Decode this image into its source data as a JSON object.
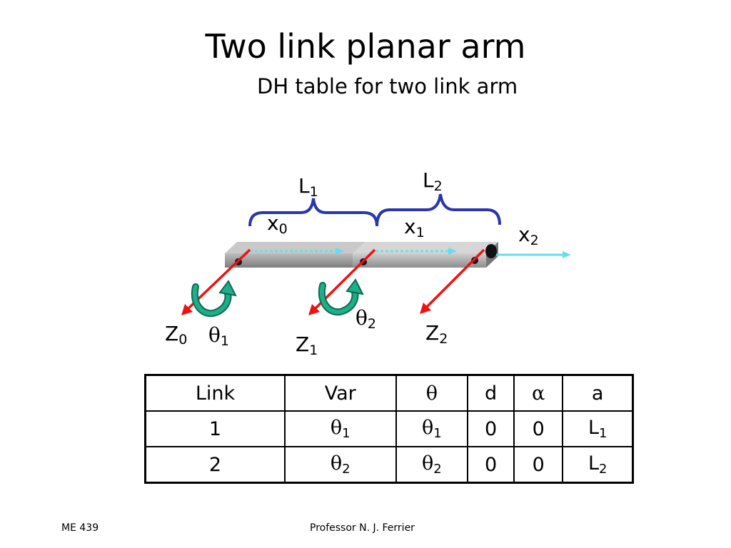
{
  "slide": {
    "title": "Two link planar arm",
    "subtitle": "DH table for two link arm"
  },
  "diagram": {
    "link1_label": {
      "base": "L",
      "sub": "1"
    },
    "link2_label": {
      "base": "L",
      "sub": "2"
    },
    "x0_label": {
      "base": "x",
      "sub": "0"
    },
    "x1_label": {
      "base": "x",
      "sub": "1"
    },
    "x2_label": {
      "base": "x",
      "sub": "2"
    },
    "z0_label": {
      "base": "Z",
      "sub": "0"
    },
    "z1_label": {
      "base": "Z",
      "sub": "1"
    },
    "z2_label": {
      "base": "Z",
      "sub": "2"
    },
    "theta1_label": {
      "base": "θ",
      "sub": "1"
    },
    "theta2_label": {
      "base": "θ",
      "sub": "2"
    },
    "colors": {
      "brace": "#2a35b0",
      "x_axis": "#66ddee",
      "z_axis": "#ee1111",
      "rotation_arrow": "#1fae8a",
      "link_body": "#9a9a9a"
    }
  },
  "dh_table": {
    "headers": [
      "Link",
      "Var",
      "θ",
      "d",
      "α",
      "a"
    ],
    "rows": [
      {
        "link": "1",
        "var": {
          "base": "θ",
          "sub": "1"
        },
        "theta": {
          "base": "θ",
          "sub": "1"
        },
        "d": "0",
        "alpha": "0",
        "a": {
          "base": "L",
          "sub": "1"
        }
      },
      {
        "link": "2",
        "var": {
          "base": "θ",
          "sub": "2"
        },
        "theta": {
          "base": "θ",
          "sub": "2"
        },
        "d": "0",
        "alpha": "0",
        "a": {
          "base": "L",
          "sub": "2"
        }
      }
    ]
  },
  "footer": {
    "left": "ME 439",
    "center": "Professor N. J. Ferrier"
  }
}
